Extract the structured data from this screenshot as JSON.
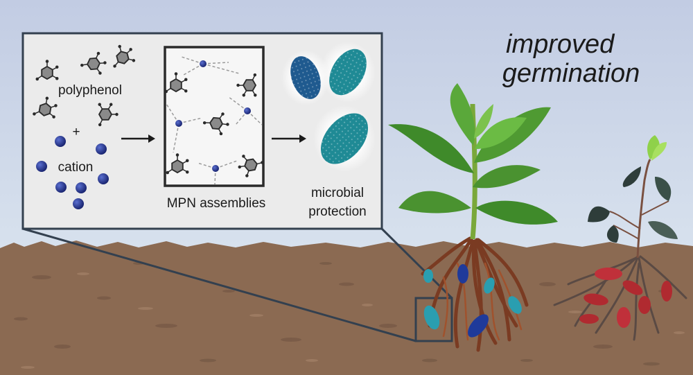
{
  "title": {
    "line1": "improved",
    "line2": "germination"
  },
  "labels": {
    "polyphenol": "polyphenol",
    "plus": "+",
    "cation": "cation",
    "mpn": "MPN assemblies",
    "microbial_line1": "microbial",
    "microbial_line2": "protection"
  },
  "colors": {
    "sky_top": "#c9d2e6",
    "sky_bottom": "#dfe8f2",
    "soil": "#8b6a52",
    "panel": "#ebebeb",
    "frame": "#2a2a2a",
    "cation": "#1f2d8a",
    "microbe_blue": "#1f5a8f",
    "microbe_teal": "#1f8a95",
    "leaf": "#3f8a2a",
    "root": "#7a3b22",
    "pathogen": "#b02a30"
  }
}
